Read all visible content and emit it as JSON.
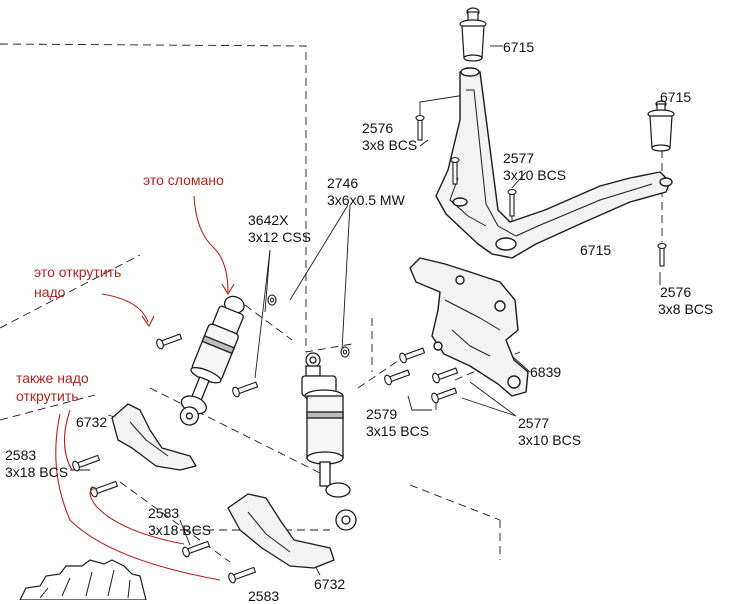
{
  "colors": {
    "ink": "#1a1a1a",
    "note": "#b3241e",
    "part_fill": "#ffffff",
    "shade": "#bdbdbd"
  },
  "labels": {
    "p6715_top": "6715",
    "p6715_right_num": "6715",
    "p6715_mid": "6715",
    "p2576_top_num": "2576",
    "p2576_top_desc": "3x8 BCS",
    "p2577_top_num": "2577",
    "p2577_top_desc": "3x10 BCS",
    "p2746_num": "2746",
    "p2746_desc": "3x6x0.5 MW",
    "p3642x_num": "3642X",
    "p3642x_desc": "3x12 CSS",
    "p2576_right_num": "2576",
    "p2576_right_desc": "3x8 BCS",
    "p6839": "6839",
    "p2579_num": "2579",
    "p2579_desc": "3x15 BCS",
    "p2577_low_num": "2577",
    "p2577_low_desc": "3x10 BCS",
    "p6732_left": "6732",
    "p2583_left_num": "2583",
    "p2583_left_desc": "3x18 BCS",
    "p2583_mid_num": "2583",
    "p2583_mid_desc": "3x18 BCS",
    "p6732_bottom": "6732",
    "p2583_bottom_num": "2583"
  },
  "annotations": {
    "broken": "это сломано",
    "unscrew_line1": "это открутить",
    "unscrew_line2": "надо",
    "also_line1": "также надо",
    "also_line2": "открутить"
  }
}
